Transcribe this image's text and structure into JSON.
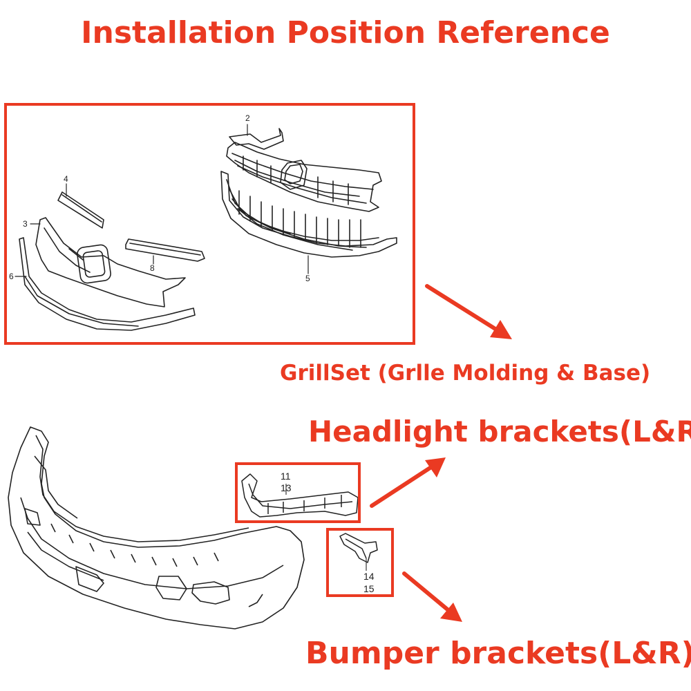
{
  "title": "Installation Position Reference",
  "labels": {
    "grill": "GrillSet (Grlle Molding & Base)",
    "headlight": "Headlight brackets(L&R)",
    "bumper": "Bumper brackets(L&R)"
  },
  "parts": {
    "p2": "2",
    "p3": "3",
    "p4": "4",
    "p5": "5",
    "p6": "6",
    "p8": "8",
    "p11": "11",
    "p13": "13",
    "p14": "14",
    "p15": "15"
  },
  "colors": {
    "accent": "#ea3a22",
    "line": "#222222"
  }
}
